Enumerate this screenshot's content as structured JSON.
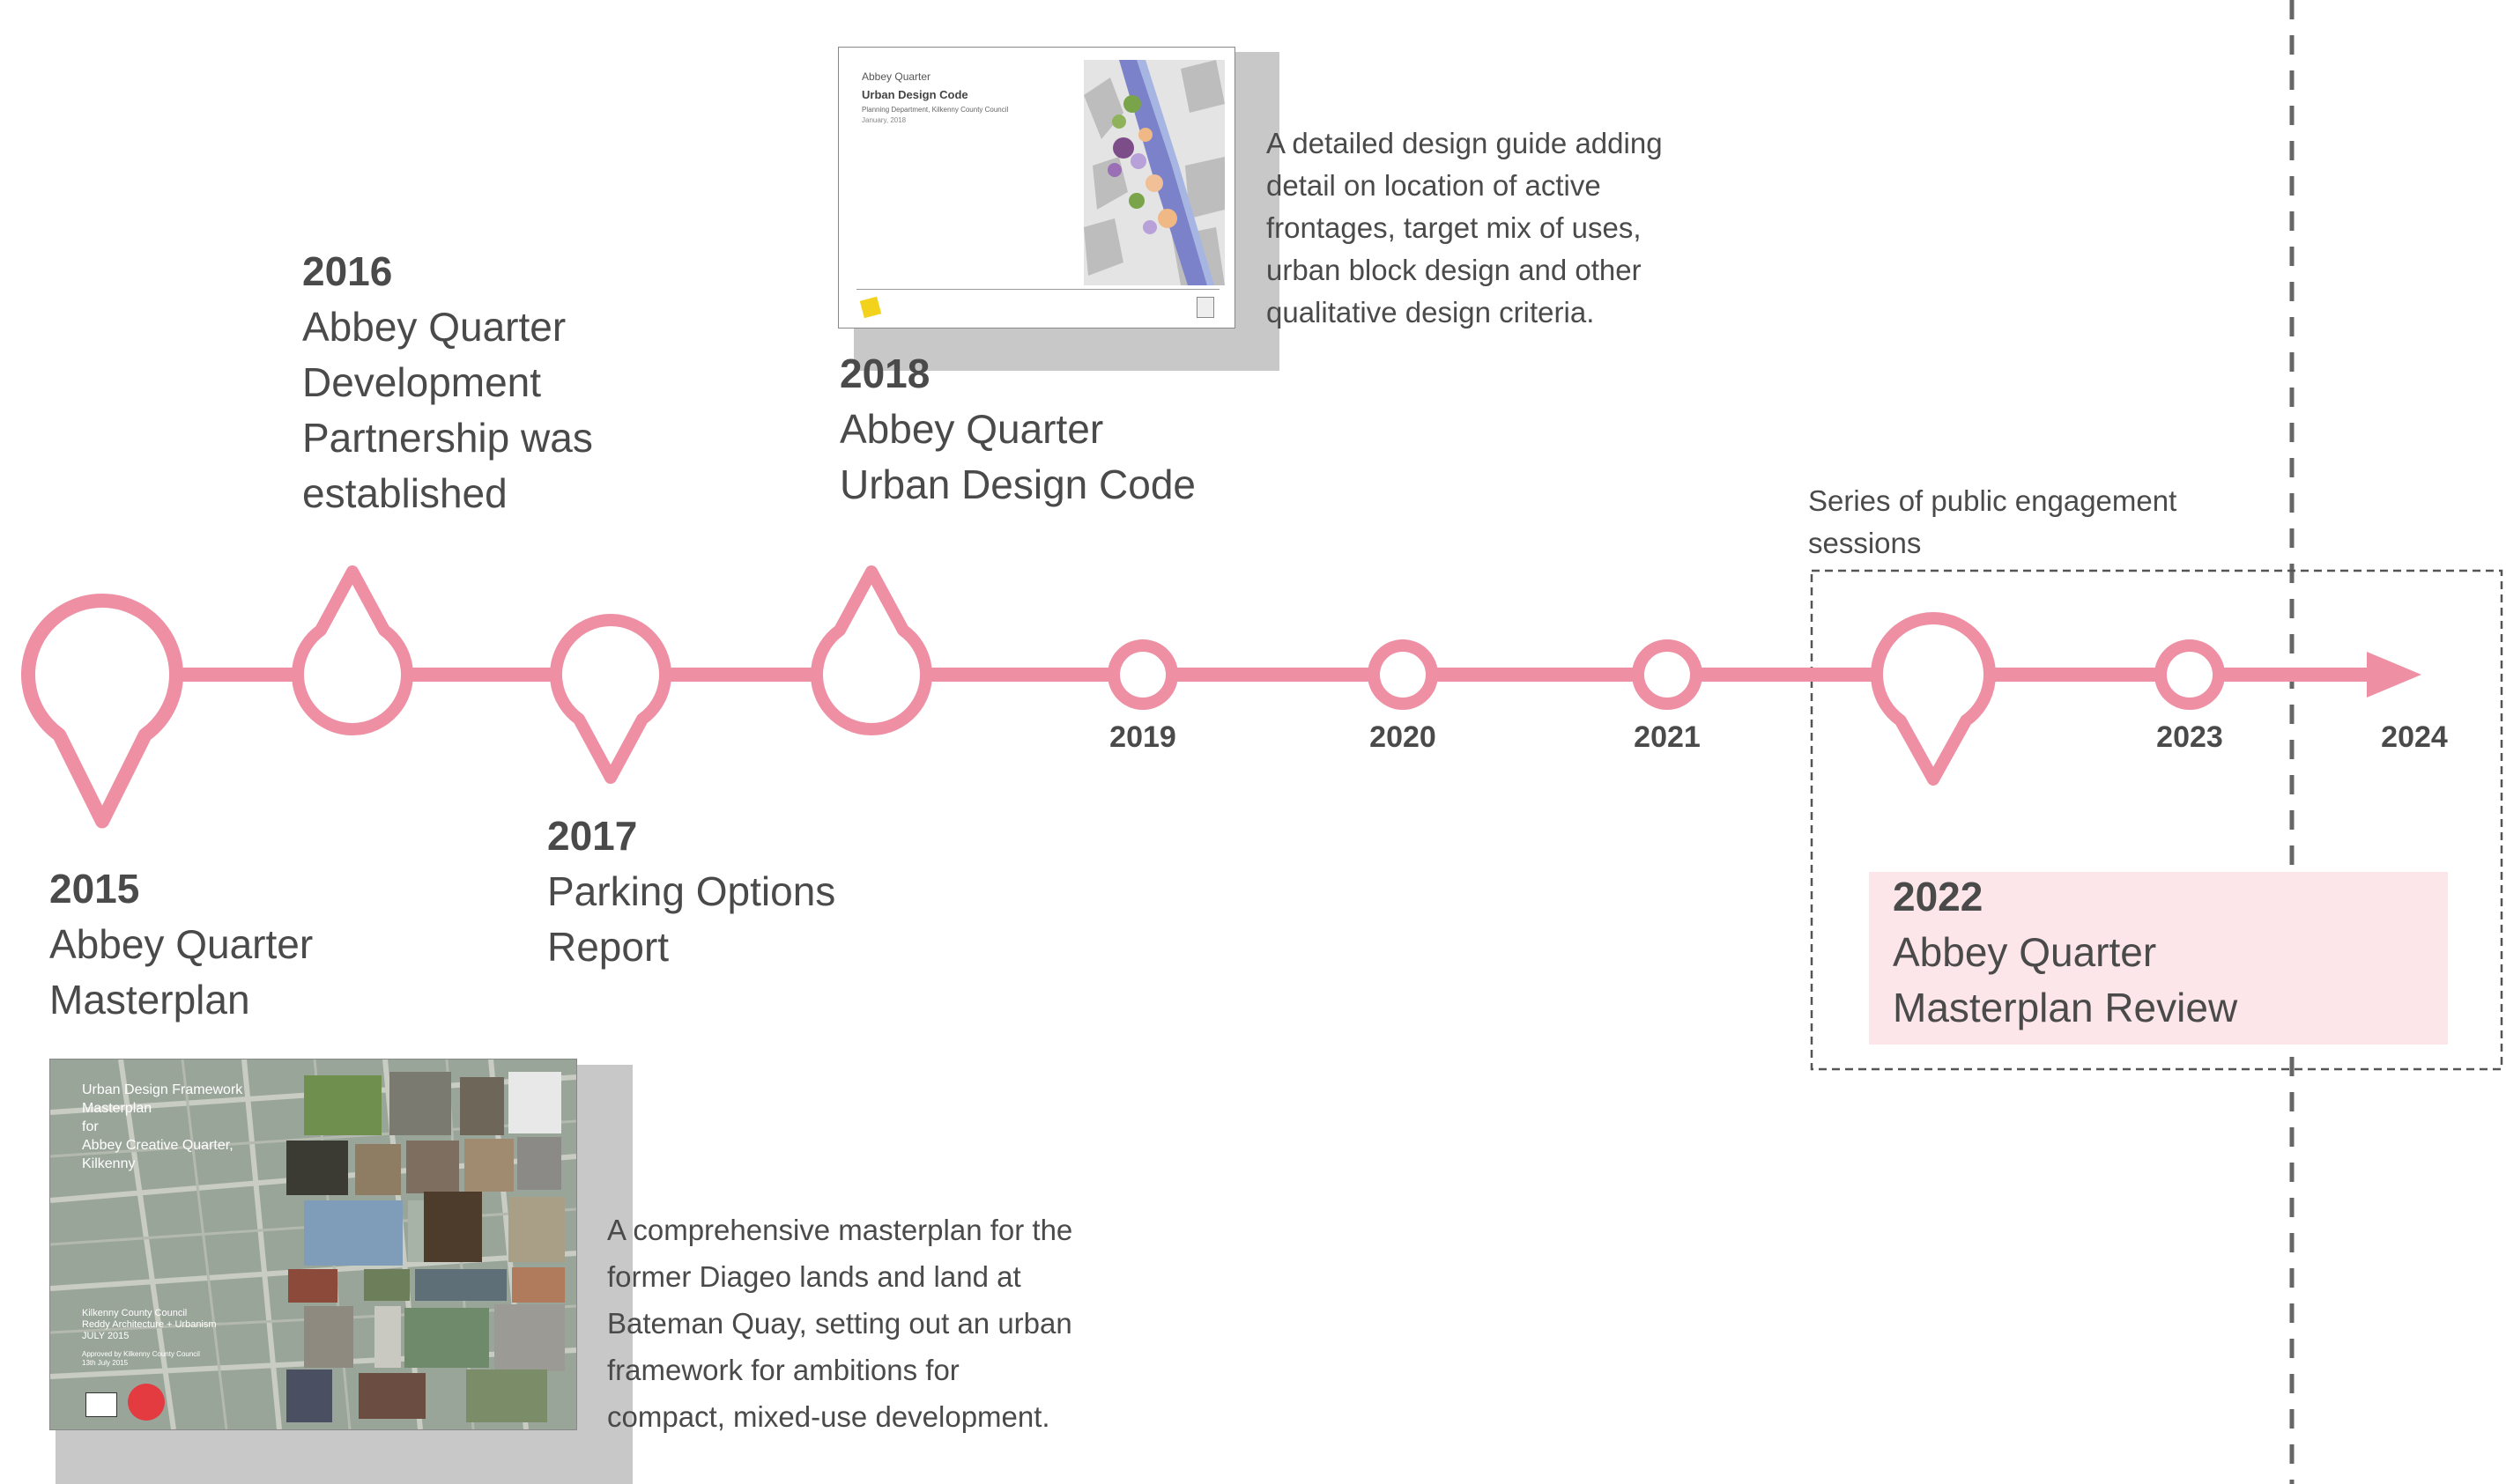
{
  "colors": {
    "accent": "#ee8fa3",
    "text": "#4a4a4a",
    "highlight": "#fde6ea",
    "dashed": "#666666"
  },
  "axis": {
    "start_year": 2015,
    "end_year": 2024
  },
  "ticks": [
    {
      "year": 2015,
      "marker": "pin-down",
      "label": ""
    },
    {
      "year": 2016,
      "marker": "pin-up",
      "label": ""
    },
    {
      "year": 2017,
      "marker": "pin-down",
      "label": ""
    },
    {
      "year": 2018,
      "marker": "pin-up",
      "label": ""
    },
    {
      "year": 2019,
      "marker": "ring",
      "label": "2019"
    },
    {
      "year": 2020,
      "marker": "ring",
      "label": "2020"
    },
    {
      "year": 2021,
      "marker": "ring",
      "label": "2021"
    },
    {
      "year": 2022,
      "marker": "pin-down",
      "label": ""
    },
    {
      "year": 2023,
      "marker": "ring",
      "label": "2023"
    },
    {
      "year": 2024,
      "marker": "arrow",
      "label": "2024"
    }
  ],
  "events": {
    "e2015": {
      "year": "2015",
      "lines": [
        "Abbey Quarter",
        "Masterplan"
      ]
    },
    "e2016": {
      "year": "2016",
      "lines": [
        "Abbey Quarter",
        "Development",
        "Partnership was",
        "established"
      ]
    },
    "e2017": {
      "year": "2017",
      "lines": [
        "Parking Options",
        "Report"
      ]
    },
    "e2018": {
      "year": "2018",
      "lines": [
        "Abbey Quarter",
        "Urban Design Code"
      ]
    },
    "e2022": {
      "year": "2022",
      "lines": [
        "Abbey Quarter",
        "Masterplan Review"
      ]
    }
  },
  "descriptions": {
    "d2015": [
      "A comprehensive masterplan for the",
      "former Diageo lands and land at",
      "Bateman Quay, setting out an urban",
      "framework for ambitions for",
      "compact, mixed-use development."
    ],
    "d2018": [
      "A detailed design guide adding",
      "detail on location of active",
      "frontages, target mix of uses,",
      "urban block design and other",
      "qualitative design criteria."
    ]
  },
  "engagement": {
    "lines": [
      "Series of public engagement",
      "sessions"
    ]
  },
  "doc2018": {
    "line1": "Abbey Quarter",
    "line2": "Urban Design Code",
    "line3": "Planning Department, Kilkenny County Council",
    "line4": "January, 2018"
  },
  "doc2015": {
    "title_lines": [
      "Urban Design Framework",
      "Masterplan",
      "for",
      "Abbey Creative Quarter,",
      "Kilkenny"
    ],
    "credit_lines": [
      "Kilkenny County Council",
      "Reddy Architecture + Urbanism",
      "JULY 2015"
    ],
    "approval_lines": [
      "Approved by Kilkenny County Council",
      "13th July 2015"
    ]
  }
}
